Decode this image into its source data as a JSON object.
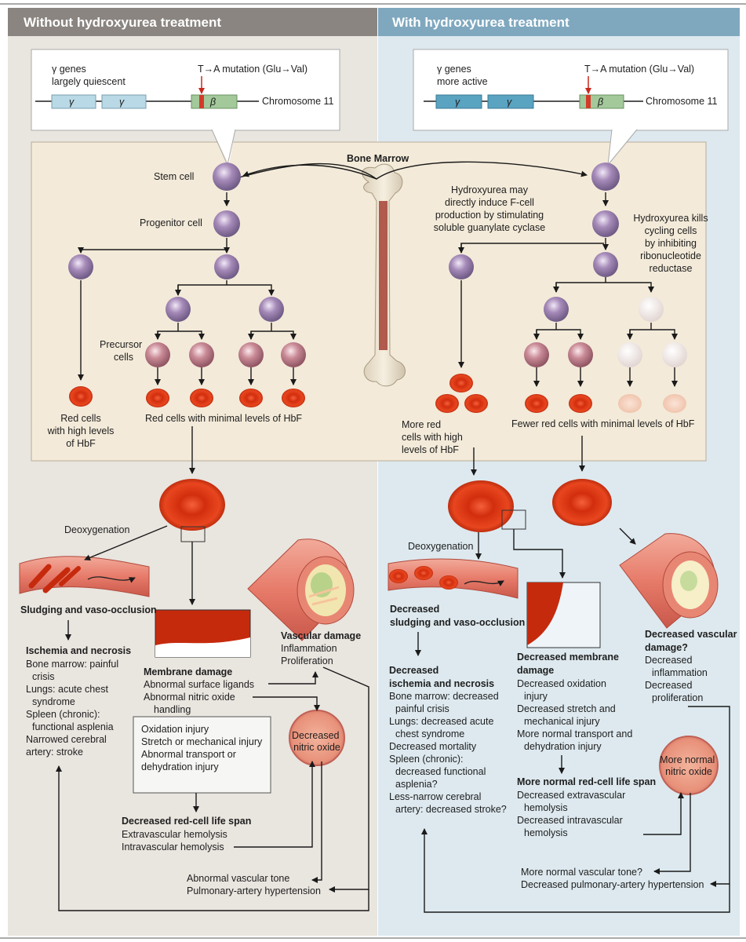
{
  "panels": {
    "left_title": "Without hydroxyurea treatment",
    "right_title": "With hydroxyurea treatment"
  },
  "gene": {
    "left_gamma": [
      "γ genes",
      "largely quiescent"
    ],
    "right_gamma": [
      "γ genes",
      "more active"
    ],
    "mutation": "T→A mutation (Glu→Val)",
    "chromosome": "Chromosome 11",
    "gamma_symbol": "γ",
    "beta_symbol": "β"
  },
  "marrow": {
    "title": "Bone Marrow",
    "stem_cell": "Stem cell",
    "progenitor_cell": "Progenitor cell",
    "precursor_cells": [
      "Precursor",
      "cells"
    ],
    "left_hbf_high": [
      "Red cells",
      "with high levels",
      "of HbF"
    ],
    "left_hbf_min": "Red cells with minimal levels of HbF",
    "hu_induce": [
      "Hydroxyurea may",
      "directly induce F-cell",
      "production by stimulating",
      "soluble guanylate cyclase"
    ],
    "hu_kills": [
      "Hydroxyurea kills",
      "cycling cells",
      "by inhibiting",
      "ribonucleotide",
      "reductase"
    ],
    "right_hbf_high": [
      "More red",
      "cells with high",
      "levels of HbF"
    ],
    "right_hbf_min": "Fewer red cells with minimal levels of HbF"
  },
  "left": {
    "deoxygenation": "Deoxygenation",
    "sludging": "Sludging and vaso-occlusion",
    "ischemia_title": "Ischemia and necrosis",
    "ischemia_items": [
      "Bone marrow: painful",
      "crisis",
      "Lungs: acute chest",
      "syndrome",
      "Spleen (chronic):",
      "functional asplenia",
      "Narrowed cerebral",
      "artery: stroke"
    ],
    "membrane_title": "Membrane damage",
    "membrane_items": [
      "Abnormal surface ligands",
      "Abnormal nitric oxide",
      "handling"
    ],
    "injury_box": [
      "Oxidation injury",
      "Stretch or mechanical injury",
      "Abnormal transport or",
      "dehydration injury"
    ],
    "lifespan_title": "Decreased red-cell life span",
    "lifespan_items": [
      "Extravascular hemolysis",
      "Intravascular hemolysis"
    ],
    "vascular_title": "Vascular damage",
    "vascular_items": [
      "Inflammation",
      "Proliferation"
    ],
    "no_label": [
      "Decreased",
      "nitric oxide"
    ],
    "tone": [
      "Abnormal vascular tone",
      "Pulmonary-artery hypertension"
    ]
  },
  "right": {
    "deoxygenation": "Deoxygenation",
    "sludging": [
      "Decreased",
      "sludging and vaso-occlusion"
    ],
    "ischemia_title": [
      "Decreased",
      "ischemia and necrosis"
    ],
    "ischemia_items": [
      "Bone marrow: decreased",
      "painful crisis",
      "Lungs: decreased acute",
      "chest syndrome",
      "Decreased mortality",
      "Spleen (chronic):",
      "decreased functional",
      "asplenia?",
      "Less-narrow cerebral",
      "artery: decreased stroke?"
    ],
    "membrane_title": [
      "Decreased membrane",
      "damage"
    ],
    "membrane_items": [
      "Decreased oxidation",
      "injury",
      "Decreased stretch and",
      "mechanical injury",
      "More normal transport and",
      "dehydration injury"
    ],
    "lifespan_title": "More normal red-cell life span",
    "lifespan_items": [
      "Decreased extravascular",
      "hemolysis",
      "Decreased intravascular",
      "hemolysis"
    ],
    "vascular_title": [
      "Decreased vascular",
      "damage?"
    ],
    "vascular_items": [
      "Decreased",
      "inflammation",
      "Decreased",
      "proliferation"
    ],
    "no_label": [
      "More normal",
      "nitric oxide"
    ],
    "tone": [
      "More normal vascular tone?",
      "Decreased pulmonary-artery hypertension"
    ]
  },
  "colors": {
    "left_bg": "#e9e5df",
    "right_bg": "#dde9ef",
    "left_header": "#8a8580",
    "right_header": "#7fa8bf",
    "marrow_bg": "#f3ead9",
    "red_cell": "#e2401c",
    "stem_cell": "#a58ab8",
    "precursor_cell": "#c98a96",
    "pale_cell": "#efe2dc"
  }
}
